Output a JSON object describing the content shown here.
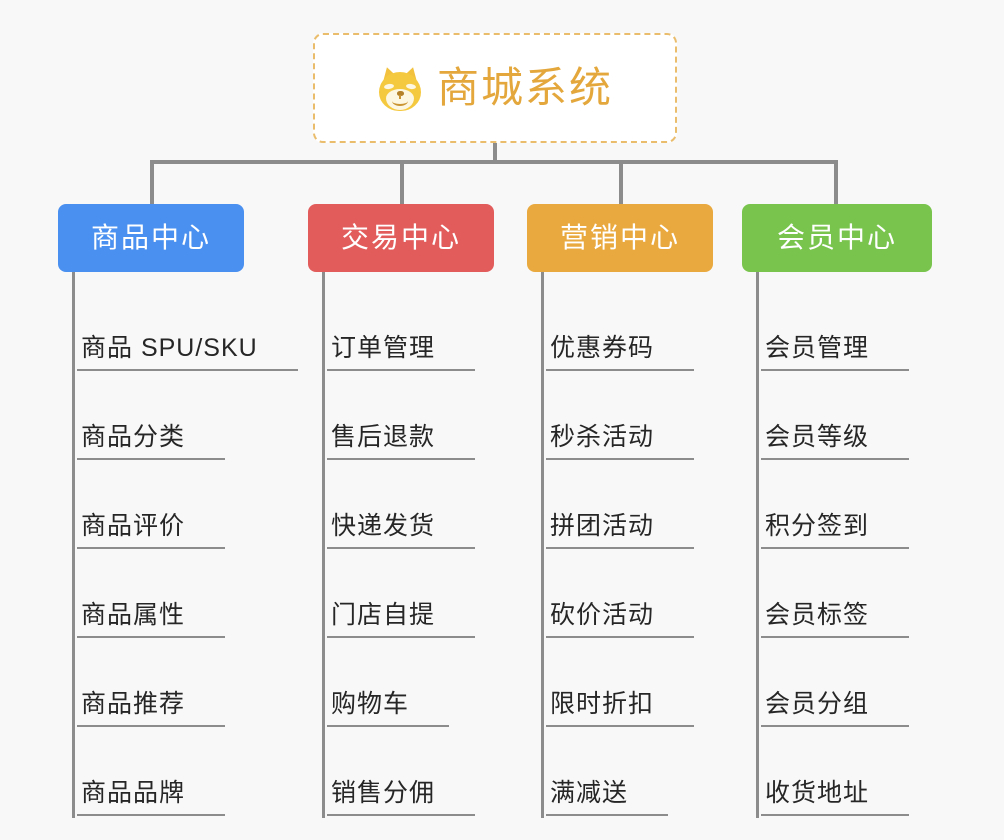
{
  "root": {
    "title": "商城系统",
    "icon": "shiba-dog-emoji",
    "title_color": "#e3a73c",
    "border_color": "#eabd6d"
  },
  "line_color": "#8c8c8c",
  "background_color": "#f8f8f8",
  "columns": [
    {
      "title": "商品中心",
      "color": "#4a90f0",
      "items": [
        "商品 SPU/SKU",
        "商品分类",
        "商品评价",
        "商品属性",
        "商品推荐",
        "商品品牌"
      ]
    },
    {
      "title": "交易中心",
      "color": "#e25c5c",
      "items": [
        "订单管理",
        "售后退款",
        "快递发货",
        "门店自提",
        "购物车",
        "销售分佣"
      ]
    },
    {
      "title": "营销中心",
      "color": "#eaa93e",
      "items": [
        "优惠券码",
        "秒杀活动",
        "拼团活动",
        "砍价活动",
        "限时折扣",
        "满减送"
      ]
    },
    {
      "title": "会员中心",
      "color": "#79c44d",
      "items": [
        "会员管理",
        "会员等级",
        "积分签到",
        "会员标签",
        "会员分组",
        "收货地址"
      ]
    }
  ]
}
